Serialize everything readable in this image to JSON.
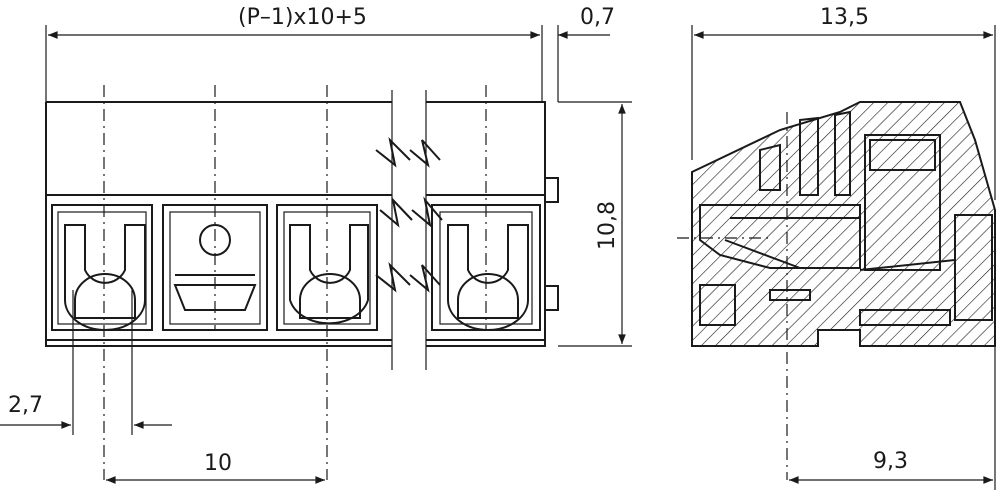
{
  "dimensions": {
    "overall_width": "(P–1)x10+5",
    "offset": "0,7",
    "depth": "13,5",
    "height": "10,8",
    "hole_width": "2,7",
    "pitch": "10",
    "pin_offset": "9,3"
  }
}
